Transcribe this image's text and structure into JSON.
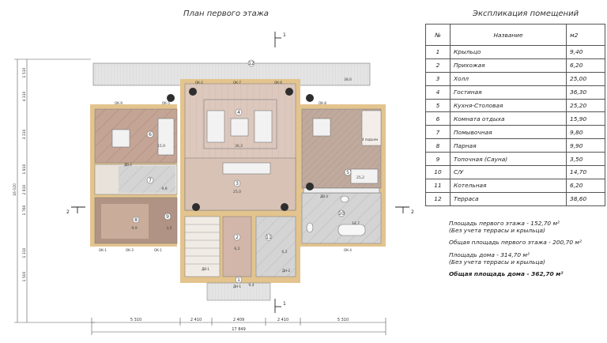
{
  "plan": {
    "title": "План первого этажа",
    "section_marks": [
      {
        "id": "top",
        "label": "1"
      },
      {
        "id": "bottom",
        "label": "1"
      },
      {
        "id": "left",
        "label": "2"
      },
      {
        "id": "right",
        "label": "2"
      }
    ],
    "room_numbers": [
      "1",
      "2",
      "3",
      "4",
      "5",
      "6",
      "7",
      "8",
      "9",
      "10",
      "11",
      "12"
    ],
    "room_areas": [
      "9,4",
      "6,2",
      "25,0",
      "36,3",
      "25,2",
      "15,9",
      "9,8",
      "9,9",
      "3,5",
      "14,7",
      "6,2",
      "38,6"
    ],
    "window_labels": [
      "ОК-1",
      "ОК-1",
      "ОК-2",
      "ОК-3",
      "ОК-4",
      "ОК-5",
      "ОК-6",
      "ОК-7",
      "ОК-8",
      "ОК-9"
    ],
    "door_labels": [
      "ДН-1",
      "ДН-2",
      "ДВ-1",
      "ДВ-2",
      "ДВ-3"
    ],
    "stair_label": "4 подъем",
    "bottom_dims": [
      "5 310",
      "2 410",
      "2 409",
      "2 410",
      "5 310"
    ],
    "bottom_total": "17 849",
    "left_dims": [
      "1 510",
      "4 310",
      "3 310",
      "1 810",
      "2 810",
      "1 760",
      "1 310",
      "1 500"
    ],
    "left_total": "16 020"
  },
  "explication": {
    "title": "Экспликация помещений",
    "headers": {
      "num": "№",
      "name": "Название",
      "area": "м2"
    },
    "rows": [
      {
        "num": "1",
        "name": "Крыльцо",
        "area": "9,40"
      },
      {
        "num": "2",
        "name": "Прихожая",
        "area": "6,20"
      },
      {
        "num": "3",
        "name": "Холл",
        "area": "25,00"
      },
      {
        "num": "4",
        "name": "Гостиная",
        "area": "36,30"
      },
      {
        "num": "5",
        "name": "Кухня-Столовая",
        "area": "25,20"
      },
      {
        "num": "6",
        "name": "Комната отдыха",
        "area": "15,90"
      },
      {
        "num": "7",
        "name": "Помывочная",
        "area": "9,80"
      },
      {
        "num": "8",
        "name": "Парная",
        "area": "9,90"
      },
      {
        "num": "9",
        "name": "Топочная (Сауна)",
        "area": "3,50"
      },
      {
        "num": "10",
        "name": "С/У",
        "area": "14,70"
      },
      {
        "num": "11",
        "name": "Котельная",
        "area": "6,20"
      },
      {
        "num": "12",
        "name": "Терраса",
        "area": "38,60"
      }
    ]
  },
  "summary": {
    "first_floor_area": "Площадь первого этажа - 152,70 м²",
    "first_floor_note": "(Без учета террасы и крыльца)",
    "first_floor_total": "Общая площадь первого этажа - 200,70 м²",
    "house_area": "Площадь дома - 314,70 м²",
    "house_note": "(Без учета террасы и крыльца)",
    "house_total": "Общая площадь дома - 362,70 м²"
  },
  "colors": {
    "wood_wall": "#e3c48e",
    "terrace": "#e2e2e2",
    "floor_pink": "#dcc7bd",
    "tile_brown": "#b89a8a",
    "tile_grey": "#cfcfcf",
    "kitchen_floor": "#c9b9ad"
  }
}
